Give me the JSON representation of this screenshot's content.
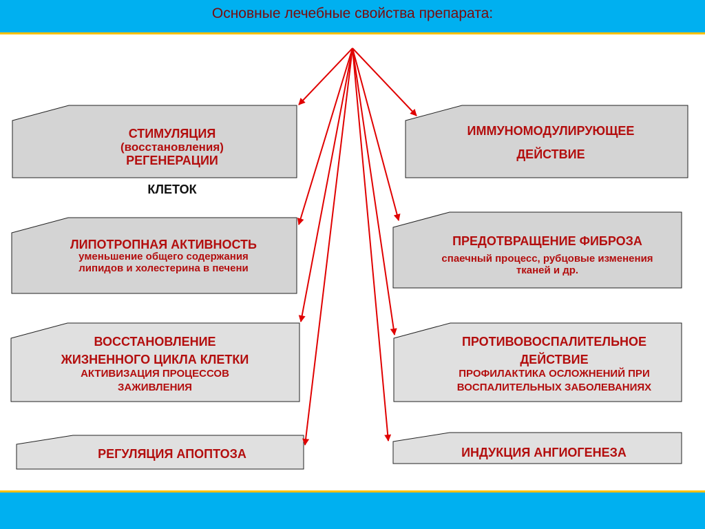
{
  "title": "Основные лечебные свойства препарата:",
  "colors": {
    "accent_bar": "#00b0f0",
    "bar_border": "#ffc000",
    "text": "#b30e0e",
    "arrow": "#e00000",
    "box_fill": "#d4d4d4",
    "box_fill_light": "#e0e0e0"
  },
  "boxes": {
    "stimulation": {
      "line1": "СТИМУЛЯЦИЯ",
      "line2": "(восстановления)",
      "line3": "РЕГЕНЕРАЦИИ",
      "below": "КЛЕТОК"
    },
    "immuno": {
      "line1": "ИММУНОМОДУЛИРУЮЩЕЕ",
      "line2": "ДЕЙСТВИЕ"
    },
    "lipotropic": {
      "title": "ЛИПОТРОПНАЯ АКТИВНОСТЬ",
      "sub1": "уменьшение общего содержания",
      "sub2": "липидов и холестерина в печени"
    },
    "fibrosis": {
      "title": "ПРЕДОТВРАЩЕНИЕ ФИБРОЗА",
      "sub1": "спаечный процесс, рубцовые изменения",
      "sub2": "тканей и др."
    },
    "lifecycle": {
      "line1": "ВОССТАНОВЛЕНИЕ",
      "line2": "ЖИЗНЕННОГО ЦИКЛА КЛЕТКИ",
      "sub1": "АКТИВИЗАЦИЯ ПРОЦЕССОВ",
      "sub2": "ЗАЖИВЛЕНИЯ"
    },
    "antiinflammatory": {
      "line1": "ПРОТИВОВОСПАЛИТЕЛЬНОЕ",
      "line2": "ДЕЙСТВИЕ",
      "sub1": "ПРОФИЛАКТИКА ОСЛОЖНЕНИЙ ПРИ",
      "sub2": "ВОСПАЛИТЕЛЬНЫХ ЗАБОЛЕВАНИЯХ"
    },
    "apoptosis": {
      "title": "РЕГУЛЯЦИЯ АПОПТОЗА"
    },
    "angiogenesis": {
      "title": "ИНДУКЦИЯ АНГИОГЕНЕЗА"
    }
  }
}
